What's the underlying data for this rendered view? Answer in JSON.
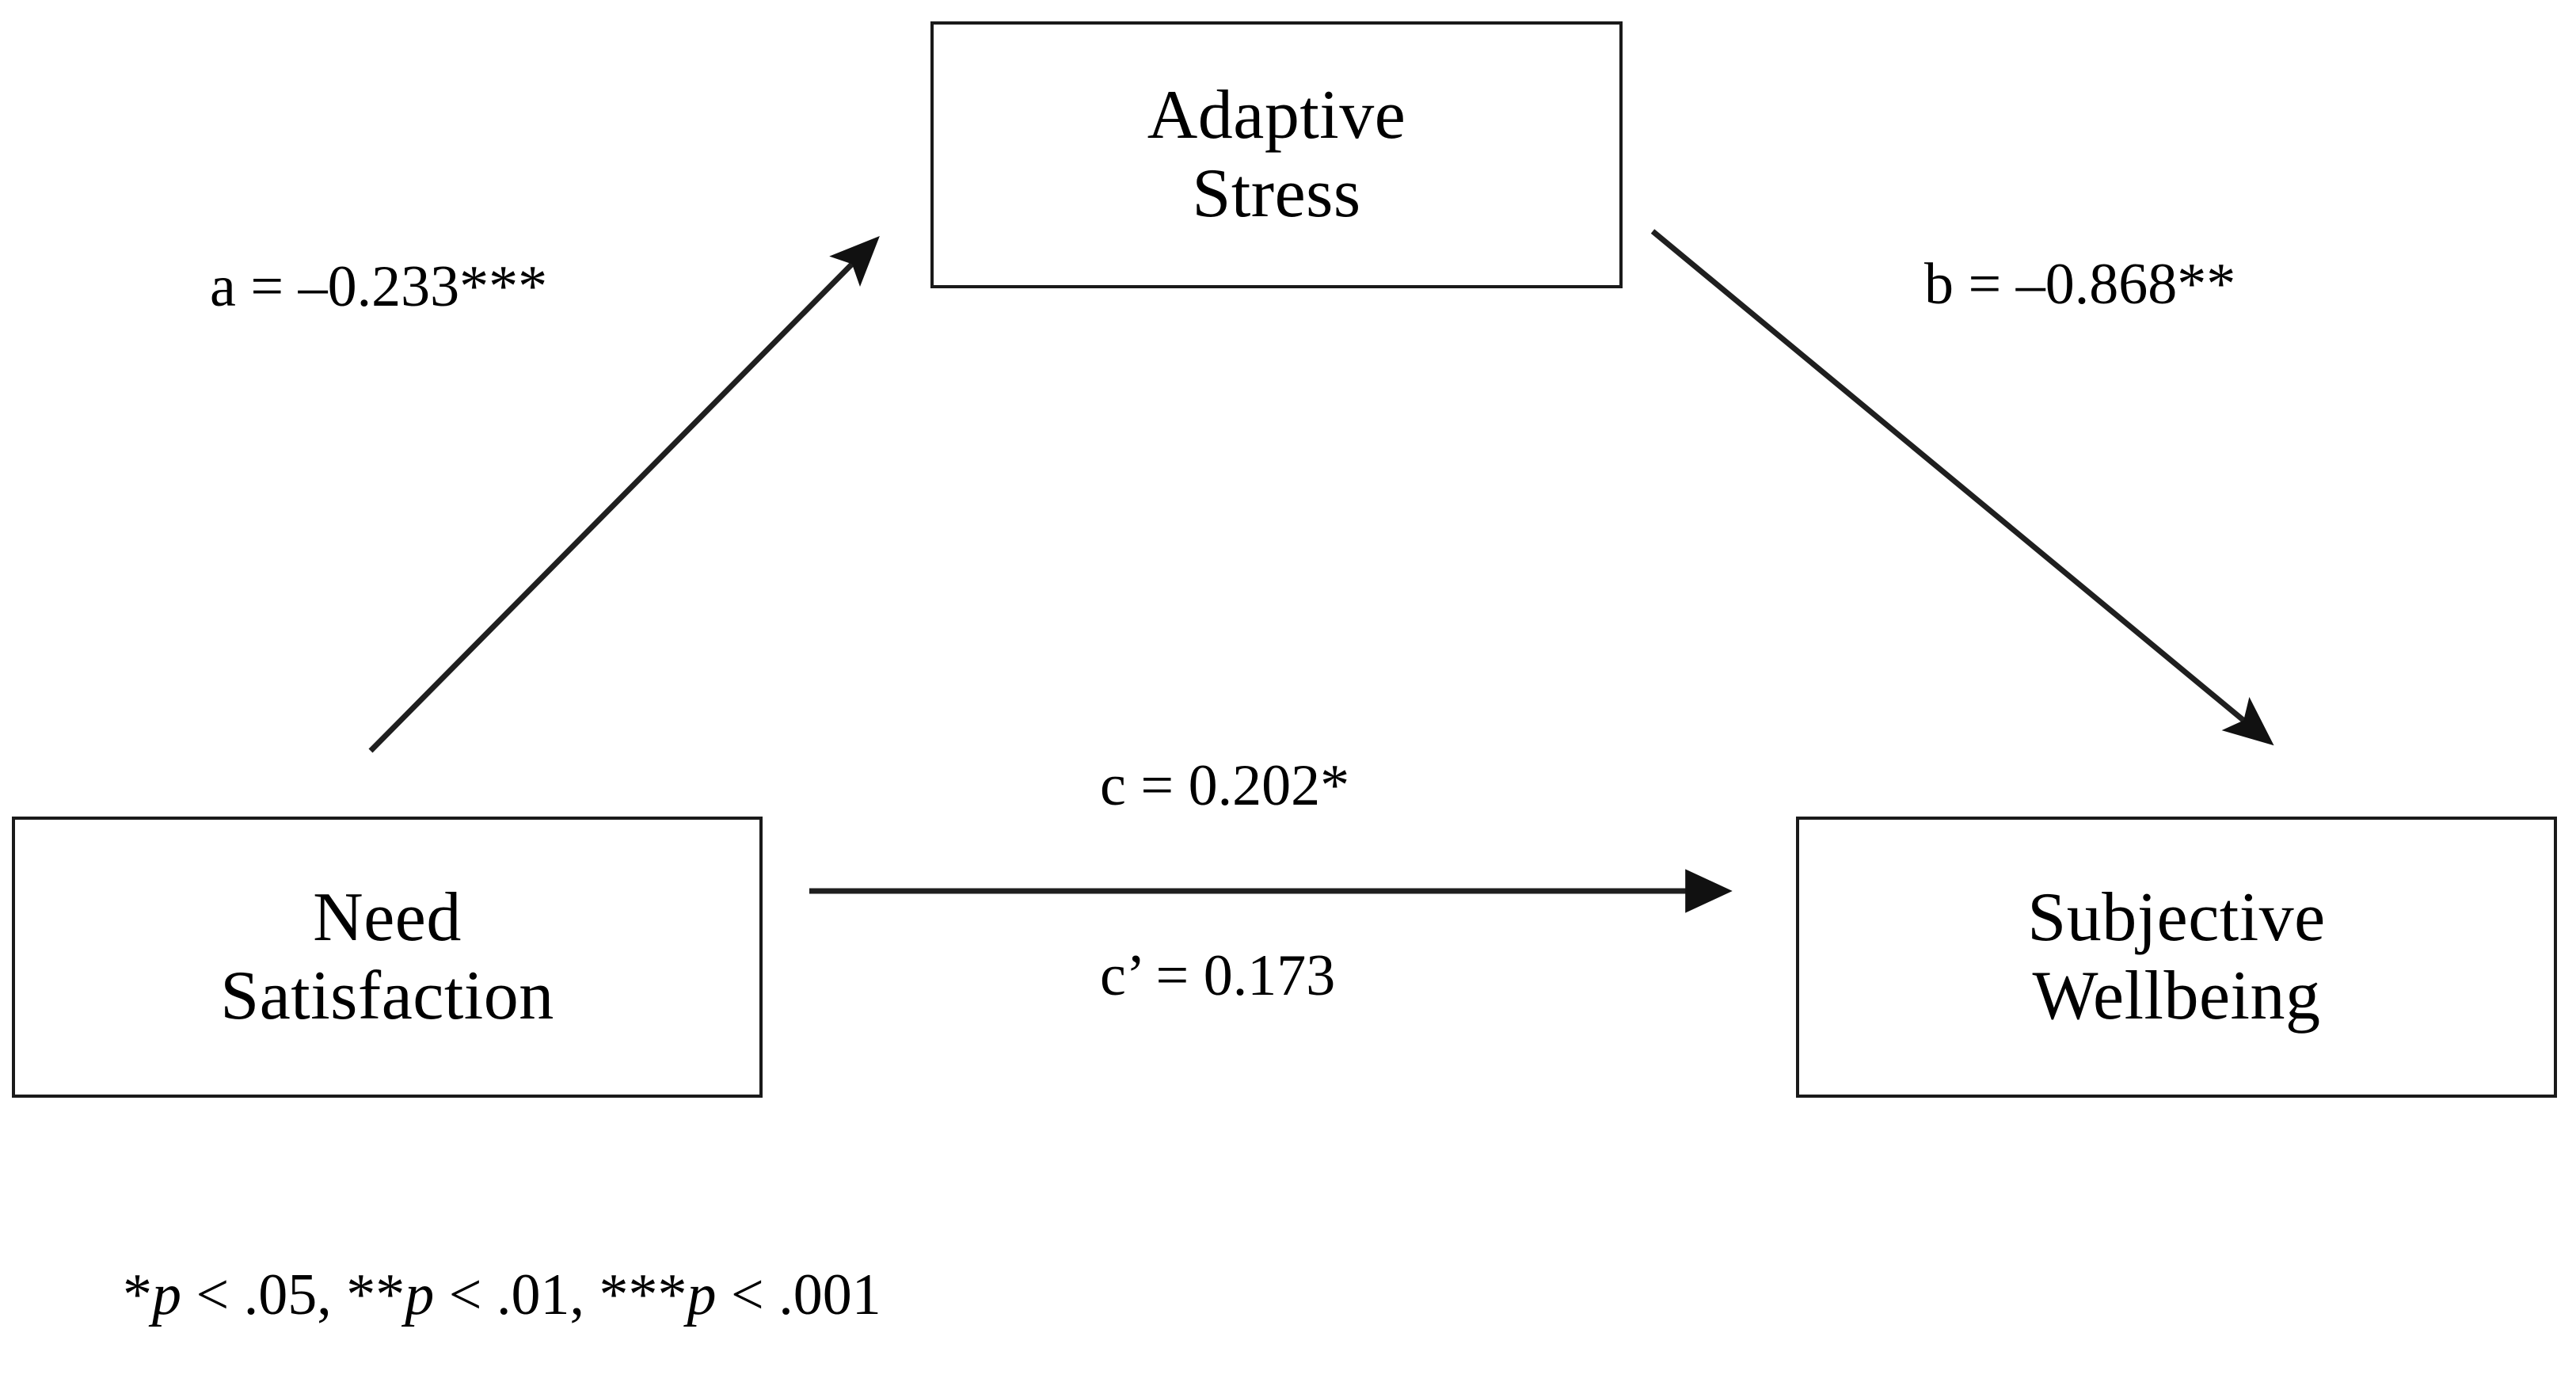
{
  "figure": {
    "type": "mediation-path-diagram",
    "background_color": "#ffffff",
    "line_color": "#1a1a1a",
    "text_color": "#000000"
  },
  "nodes": {
    "mediator": {
      "name": "adaptive-stress",
      "line1": "Adaptive",
      "line2": "Stress"
    },
    "predictor": {
      "name": "need-satisfaction",
      "line1": "Need",
      "line2": "Satisfaction"
    },
    "outcome": {
      "name": "subjective-wellbeing",
      "line1": "Subjective",
      "line2": "Wellbeing"
    }
  },
  "paths": {
    "a": {
      "label": "a = –0.233***",
      "coefficient": -0.233,
      "stars": "***",
      "from": "Need Satisfaction",
      "to": "Adaptive Stress"
    },
    "b": {
      "label": "b = –0.868**",
      "coefficient": -0.868,
      "stars": "**",
      "from": "Adaptive Stress",
      "to": "Subjective Wellbeing"
    },
    "c": {
      "label": "c = 0.202*",
      "coefficient": 0.202,
      "stars": "*",
      "from": "Need Satisfaction",
      "to": "Subjective Wellbeing"
    },
    "c_prime": {
      "label": "c’ = 0.173",
      "coefficient": 0.173,
      "stars": "",
      "from": "Need Satisfaction",
      "to": "Subjective Wellbeing"
    }
  },
  "footnote": {
    "part1_stars": "*",
    "part1_p": "p",
    "part1_rest": " < .05, ",
    "part2_stars": "**",
    "part2_p": "p",
    "part2_rest": " < .01, ",
    "part3_stars": "***",
    "part3_p": "p",
    "part3_rest": " < .001",
    "full_text": "*p < .05, **p < .01, ***p < .001"
  }
}
